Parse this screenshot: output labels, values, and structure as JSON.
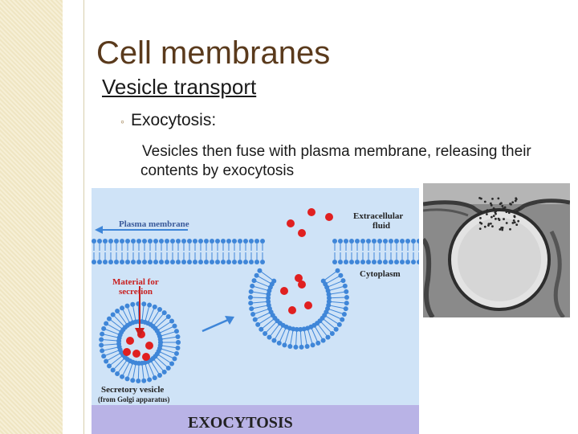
{
  "slide": {
    "title": "Cell membranes",
    "subtitle": "Vesicle transport",
    "bullet_level1": "Exocytosis:",
    "bullet_level2": "Vesicles then fuse with plasma membrane, releasing their contents by exocytosis",
    "bullet1_marker": "◦",
    "bullet2_marker": "",
    "accent_color": "#5a3a1c",
    "decor_color": "#efe5c2"
  },
  "figure": {
    "label_plasma_membrane": "Plasma membrane",
    "label_extracellular_line1": "Extracellular",
    "label_extracellular_line2": "fluid",
    "label_cytoplasm": "Cytoplasm",
    "label_material_line1": "Material for",
    "label_material_line2": "secretion",
    "label_secretory_vesicle": "Secretory vesicle",
    "label_golgi": "(from Golgi apparatus)",
    "caption": "EXOCYTOSIS",
    "membrane_color": "#3f86d8",
    "particle_color": "#e02020",
    "label_color": "#c81e1e"
  }
}
